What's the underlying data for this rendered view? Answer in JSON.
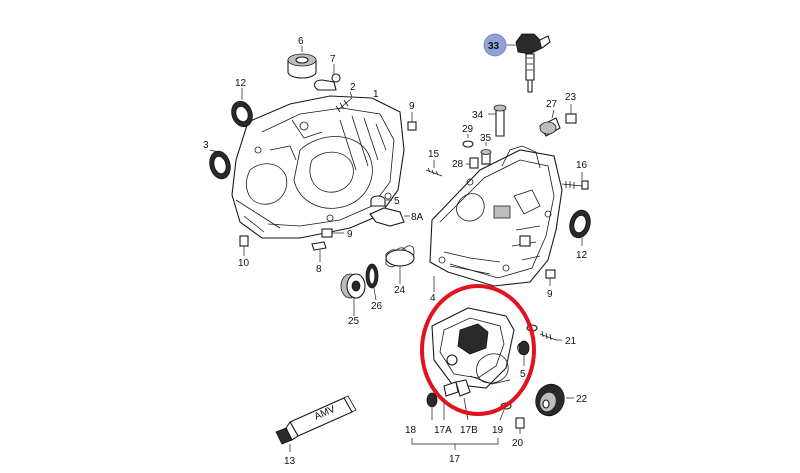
{
  "labels": {
    "l1": "1",
    "l2": "2",
    "l3": "3",
    "l4": "4",
    "l5a": "5",
    "l5b": "5",
    "l6": "6",
    "l7": "7",
    "l8": "8",
    "l8a": "8A",
    "l9a": "9",
    "l9b": "9",
    "l9c": "9",
    "l10": "10",
    "l12a": "12",
    "l12b": "12",
    "l13": "13",
    "l15": "15",
    "l16": "16",
    "l17": "17",
    "l17a": "17A",
    "l17b": "17B",
    "l18": "18",
    "l19": "19",
    "l20": "20",
    "l21": "21",
    "l22": "22",
    "l23": "23",
    "l24": "24",
    "l25": "25",
    "l26": "26",
    "l27": "27",
    "l28": "28",
    "l29": "29",
    "l33": "33",
    "l34": "34",
    "l35": "35"
  },
  "tube_text": "AMV",
  "colors": {
    "highlight_circle": "#e0131f",
    "badge_fill": "#8fa3d6",
    "line": "#1a1a1a"
  }
}
